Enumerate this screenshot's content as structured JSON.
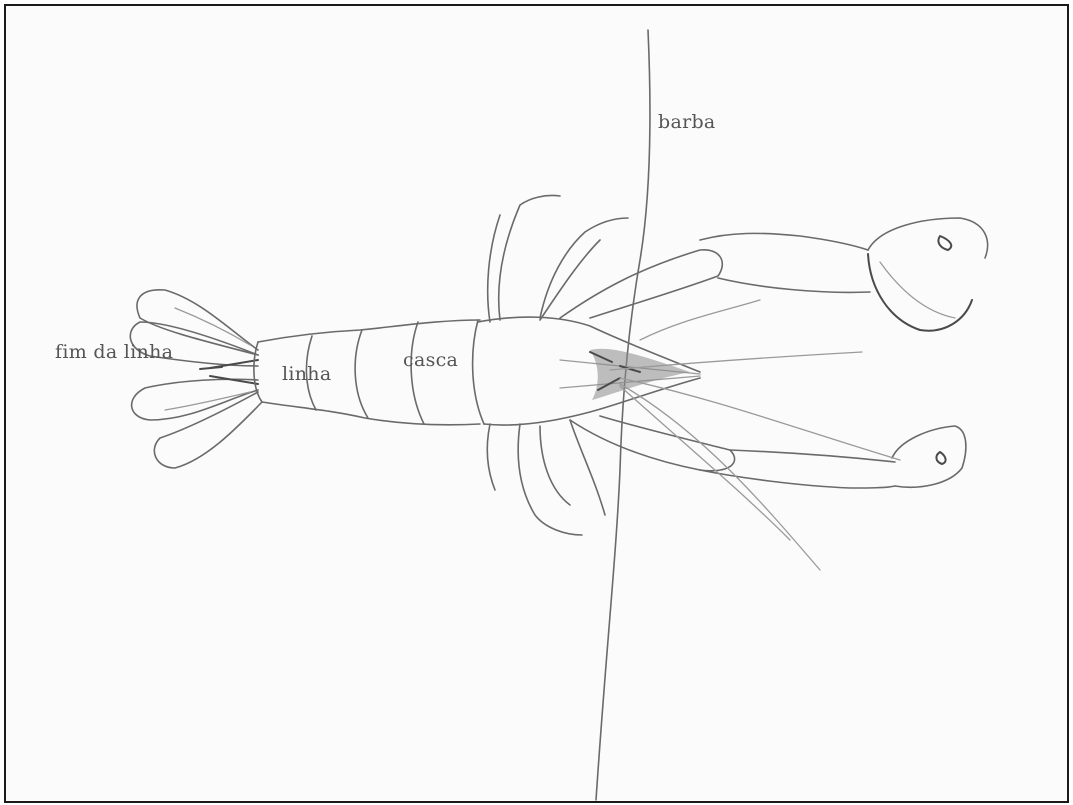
{
  "labels": {
    "tail_end": "fim da linha",
    "line": "linha",
    "shell": "casca",
    "beard": "barba"
  },
  "colors": {
    "frame": "#1a1a1a",
    "ink": "#6a6a6a",
    "label": "#555555"
  }
}
